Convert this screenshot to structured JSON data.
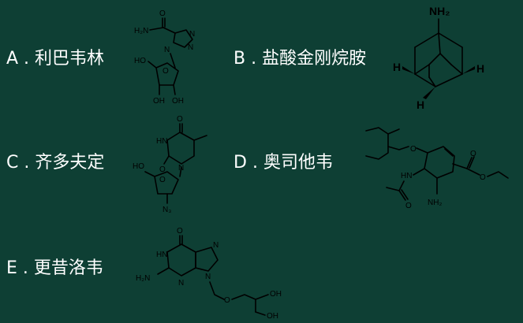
{
  "options": [
    {
      "letter": "A",
      "name": "利巴韦林"
    },
    {
      "letter": "B",
      "name": "盐酸金刚烷胺"
    },
    {
      "letter": "C",
      "name": "齐多夫定"
    },
    {
      "letter": "D",
      "name": "奥司他韦"
    },
    {
      "letter": "E",
      "name": "更昔洛韦"
    }
  ],
  "separator": " . ",
  "atoms": {
    "a_nh2": "H₂N",
    "a_o": "O",
    "a_n1": "N",
    "a_n2": "N",
    "a_n3": "N",
    "a_ho": "HO",
    "a_oh1": "OH",
    "a_oh2": "OH",
    "a_ring_o": "O",
    "b_nh2": "NH₂",
    "b_h1": "H",
    "b_h2": "H",
    "b_h3": "H",
    "c_o": "O",
    "c_hn": "HN",
    "c_n": "N",
    "c_o2": "O",
    "c_ho": "HO",
    "c_ring_o": "O",
    "c_n3": "N₃",
    "d_o1": "O",
    "d_hn": "HN",
    "d_o2": "O",
    "d_nh2": "NH₂",
    "d_o3": "O",
    "d_o4": "O",
    "e_o": "O",
    "e_hn": "HN",
    "e_n1": "N",
    "e_n2": "N",
    "e_n3": "N",
    "e_h2n": "H₂N",
    "e_o2": "O",
    "e_oh1": "OH",
    "e_oh2": "OH"
  }
}
